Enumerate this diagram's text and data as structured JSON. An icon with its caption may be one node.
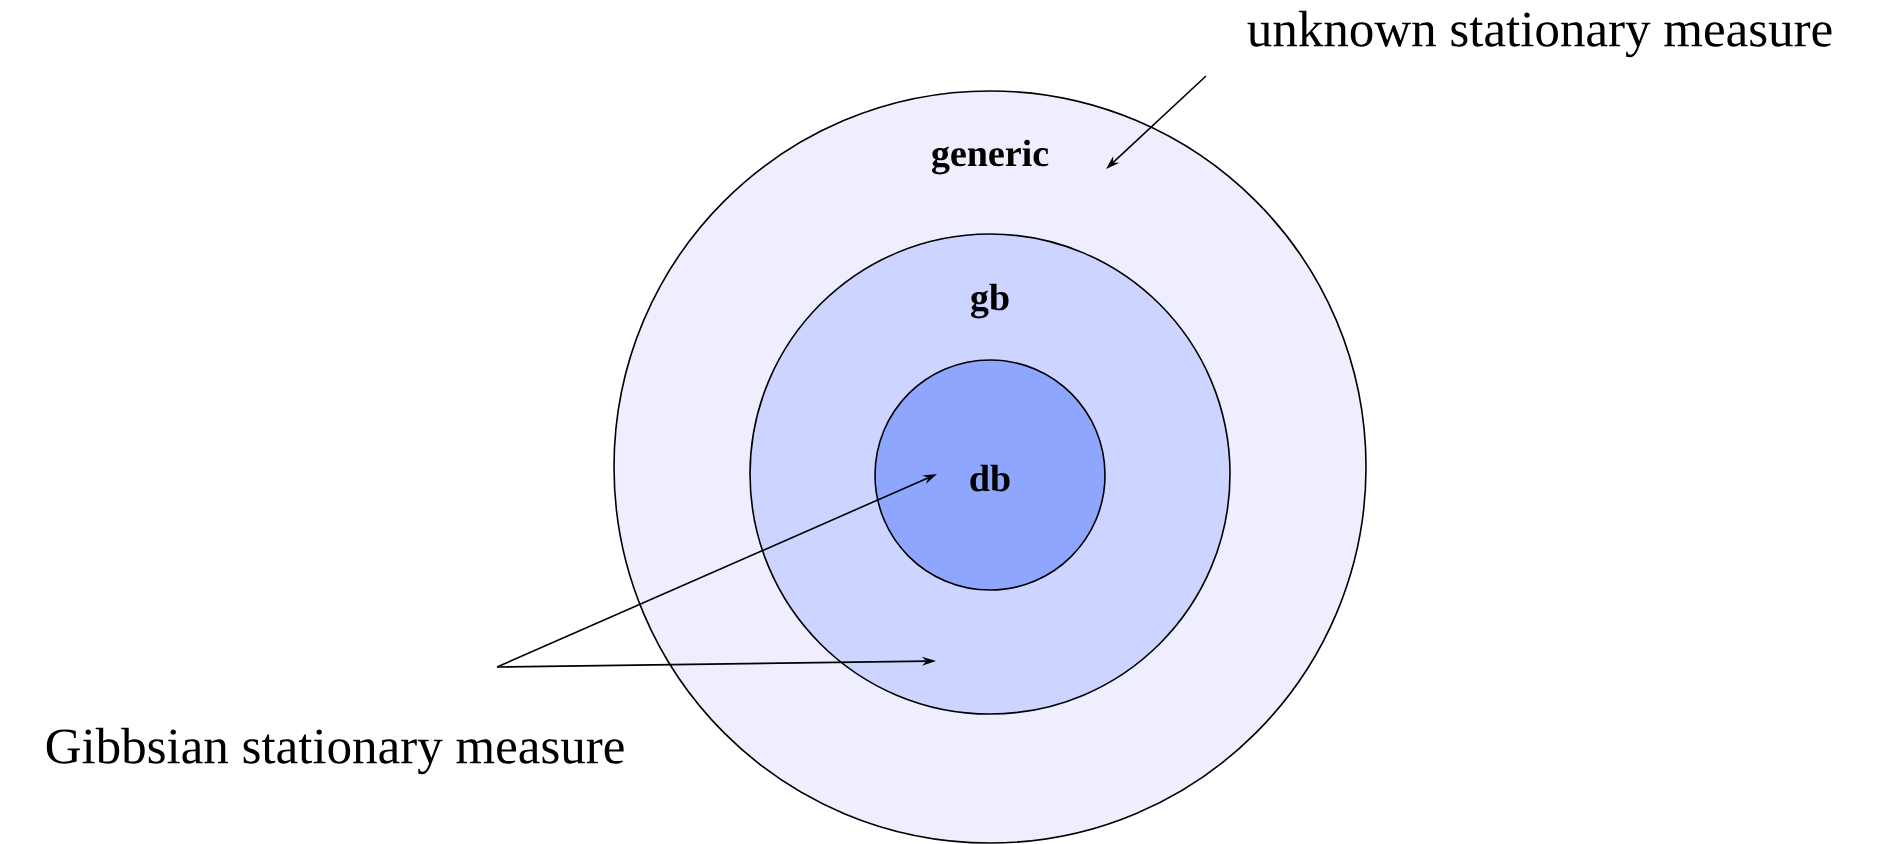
{
  "diagram": {
    "nodes": [
      {
        "text": [
          "generic"
        ]
      },
      {
        "text": [
          "gb"
        ],
        "in": 0
      },
      {
        "text": [
          "db"
        ],
        "in": 1
      },
      {
        "text": [
          "unknown stationary measure"
        ]
      },
      {
        "text": [
          "Gibbsian stationary measure"
        ]
      }
    ],
    "edges": [
      {
        "from": 3,
        "to": 0,
        "arrow": "to"
      },
      {
        "from": 4,
        "to": 2,
        "arrow": "to"
      },
      {
        "from": 4,
        "to": 1,
        "arrow": "to"
      }
    ]
  }
}
